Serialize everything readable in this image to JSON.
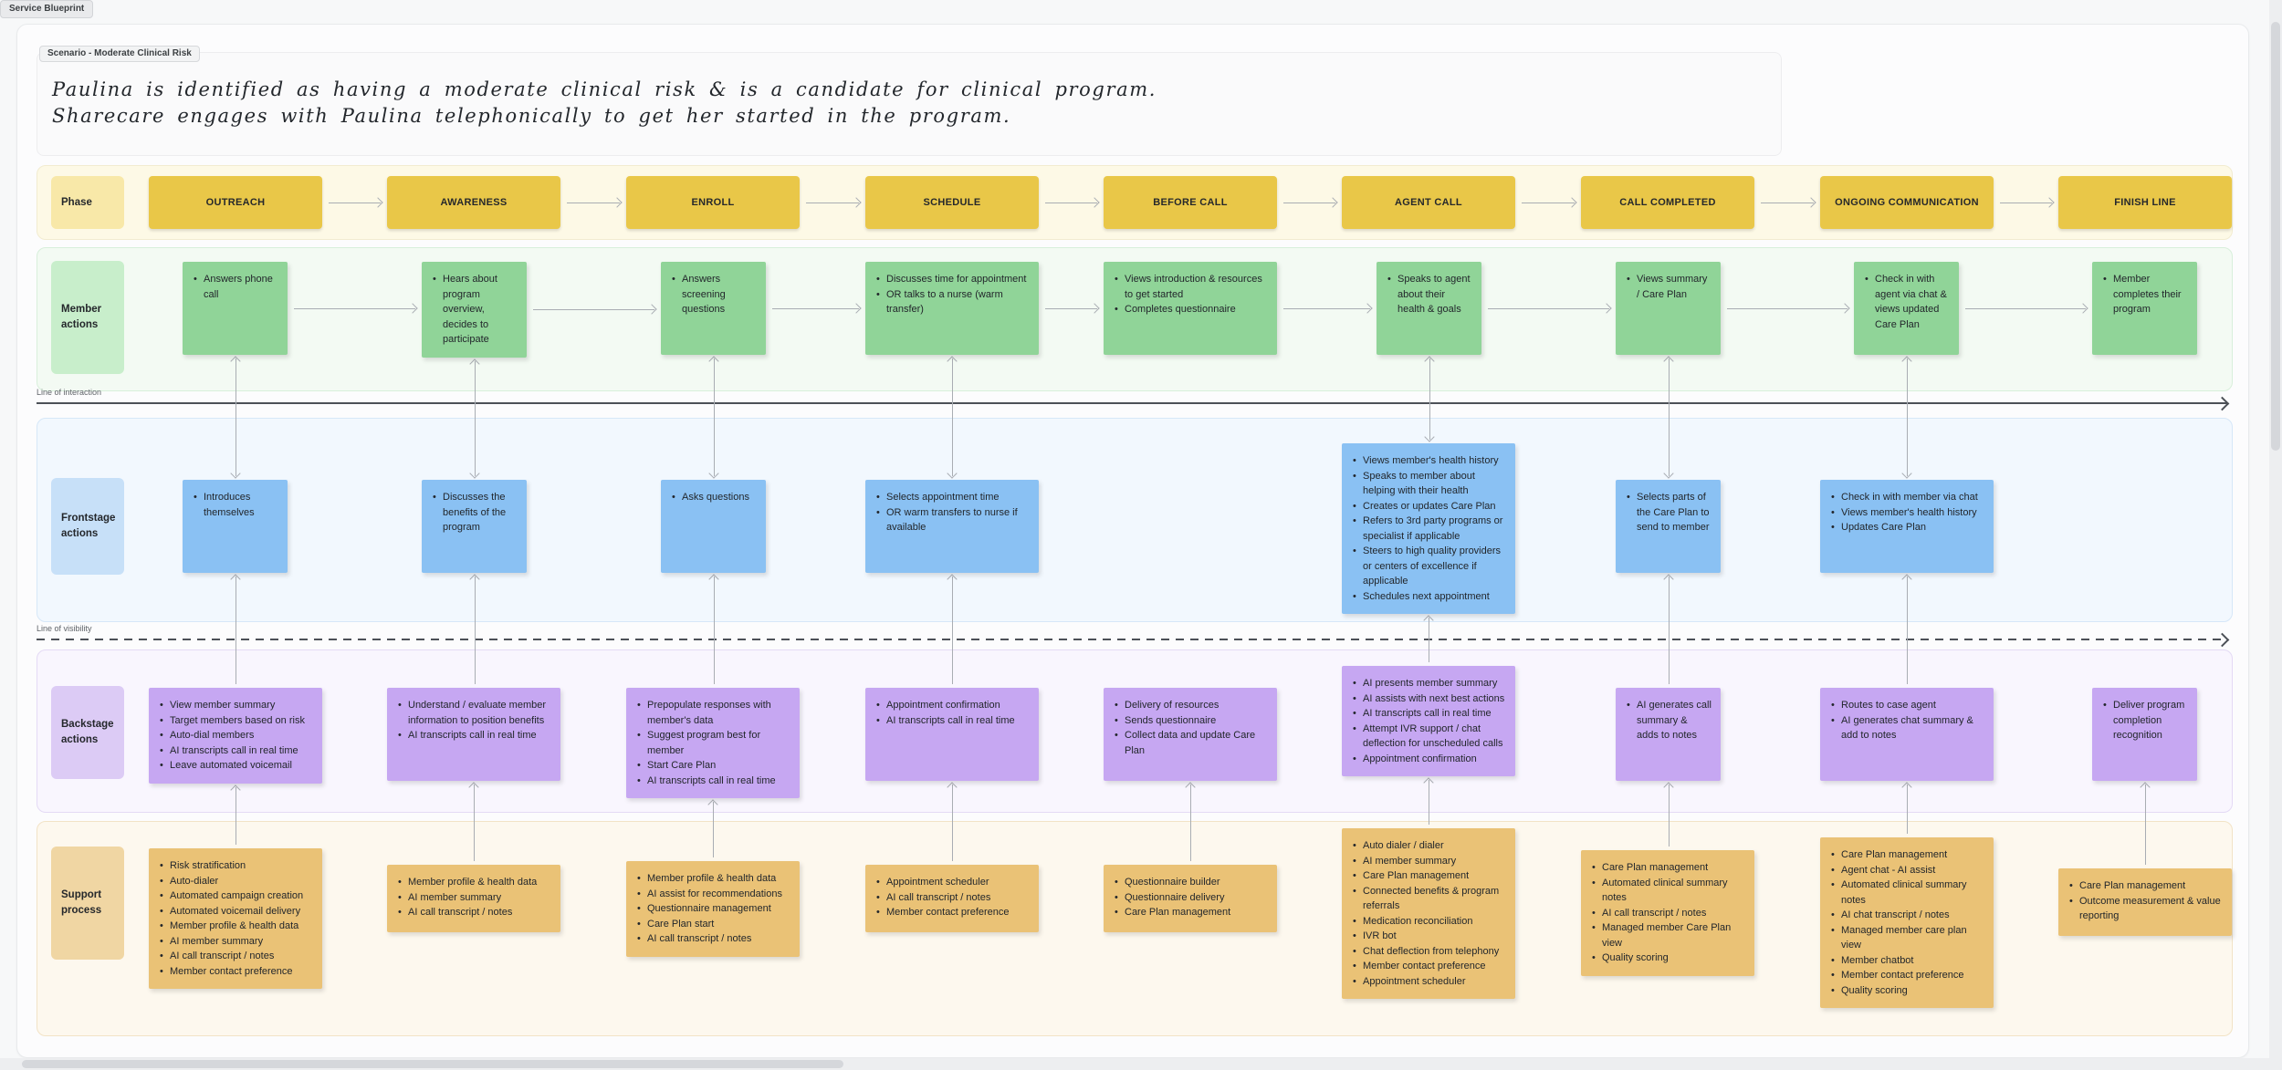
{
  "window": {
    "title_chip": "Service Blueprint"
  },
  "scenario": {
    "badge": "Scenario - Moderate Clinical Risk",
    "line1": "Paulina is identified as having a moderate clinical risk & is a candidate for clinical program.",
    "line2": "Sharecare engages with Paulina telephonically to get her started in the program."
  },
  "dividers": {
    "interaction": "Line of interaction",
    "visibility": "Line of visibility"
  },
  "colors": {
    "phase_box": "#e9c748",
    "member_note": "#90d498",
    "frontstage_note": "#8ac1f3",
    "backstage_note": "#c6a7f2",
    "support_note": "#eac276"
  },
  "rows": {
    "phase": {
      "label": "Phase",
      "items": [
        "OUTREACH",
        "AWARENESS",
        "ENROLL",
        "SCHEDULE",
        "BEFORE CALL",
        "AGENT CALL",
        "CALL COMPLETED",
        "ONGOING COMMUNICATION",
        "FINISH LINE"
      ]
    },
    "member": {
      "label": "Member actions",
      "notes": {
        "outreach": [
          "Answers phone call"
        ],
        "awareness": [
          "Hears about program overview, decides to participate"
        ],
        "enroll": [
          "Answers screening questions"
        ],
        "schedule": [
          "Discusses time for appointment",
          "OR talks to a nurse (warm transfer)"
        ],
        "before_call": [
          "Views introduction & resources to get started",
          "Completes questionnaire"
        ],
        "agent_call": [
          "Speaks to agent about their health & goals"
        ],
        "call_completed": [
          "Views summary / Care Plan"
        ],
        "ongoing": [
          "Check in with agent via chat & views updated Care Plan"
        ],
        "finish": [
          "Member completes their program"
        ]
      }
    },
    "frontstage": {
      "label": "Frontstage actions",
      "notes": {
        "outreach": [
          "Introduces themselves"
        ],
        "awareness": [
          "Discusses the benefits of the program"
        ],
        "enroll": [
          "Asks questions"
        ],
        "schedule": [
          "Selects appointment time",
          "OR warm transfers to nurse if available"
        ],
        "agent_call": [
          "Views member's health history",
          "Speaks to member about helping with their health",
          "Creates or updates Care Plan",
          "Refers to 3rd party programs or specialist if applicable",
          "Steers to high quality providers or centers of excellence if applicable",
          "Schedules next appointment"
        ],
        "call_completed": [
          "Selects parts of the Care Plan to send to member"
        ],
        "ongoing": [
          "Check in with member via chat",
          "Views member's health history",
          "Updates Care Plan"
        ]
      }
    },
    "backstage": {
      "label": "Backstage actions",
      "notes": {
        "outreach": [
          "View member summary",
          "Target members based on risk",
          "Auto-dial members",
          "AI transcripts call in real time",
          "Leave automated voicemail"
        ],
        "awareness": [
          "Understand / evaluate member information to position benefits",
          "AI transcripts call in real time"
        ],
        "enroll": [
          "Prepopulate responses with member's data",
          "Suggest program best for member",
          "Start Care Plan",
          "AI transcripts call in real time"
        ],
        "schedule": [
          "Appointment confirmation",
          "AI transcripts call in real time"
        ],
        "before_call": [
          "Delivery of resources",
          "Sends questionnaire",
          "Collect data and update Care Plan"
        ],
        "agent_call": [
          "AI presents member summary",
          "AI assists with next best actions",
          "AI transcripts call in real time",
          "Attempt IVR support / chat deflection for unscheduled calls",
          "Appointment confirmation"
        ],
        "call_completed": [
          "AI generates call summary & adds to notes"
        ],
        "ongoing": [
          "Routes to case agent",
          "AI generates chat summary & add to notes"
        ],
        "finish": [
          "Deliver program completion recognition"
        ]
      }
    },
    "support": {
      "label": "Support process",
      "notes": {
        "outreach": [
          "Risk stratification",
          "Auto-dialer",
          "Automated campaign creation",
          "Automated voicemail delivery",
          "Member profile & health data",
          "AI member summary",
          "AI call transcript / notes",
          "Member contact preference"
        ],
        "awareness": [
          "Member profile & health data",
          "AI member summary",
          "AI call transcript / notes"
        ],
        "enroll": [
          "Member profile & health data",
          "AI assist for recommendations",
          "Questionnaire management",
          "Care Plan start",
          "AI call transcript / notes"
        ],
        "schedule": [
          "Appointment scheduler",
          "AI call transcript / notes",
          "Member contact preference"
        ],
        "before_call": [
          "Questionnaire builder",
          "Questionnaire delivery",
          "Care Plan management"
        ],
        "agent_call": [
          "Auto dialer / dialer",
          "AI member summary",
          "Care Plan management",
          "Connected benefits & program referrals",
          "Medication reconciliation",
          "IVR bot",
          "Chat deflection from telephony",
          "Member contact preference",
          "Appointment scheduler"
        ],
        "call_completed": [
          "Care Plan management",
          "Automated clinical summary notes",
          "AI call transcript / notes",
          "Managed member Care Plan view",
          "Quality scoring"
        ],
        "ongoing": [
          "Care Plan management",
          "Agent chat - AI assist",
          "Automated clinical summary notes",
          "AI chat transcript / notes",
          "Managed member care plan view",
          "Member chatbot",
          "Member contact preference",
          "Quality scoring"
        ],
        "finish": [
          "Care Plan management",
          "Outcome measurement & value reporting"
        ]
      }
    }
  }
}
